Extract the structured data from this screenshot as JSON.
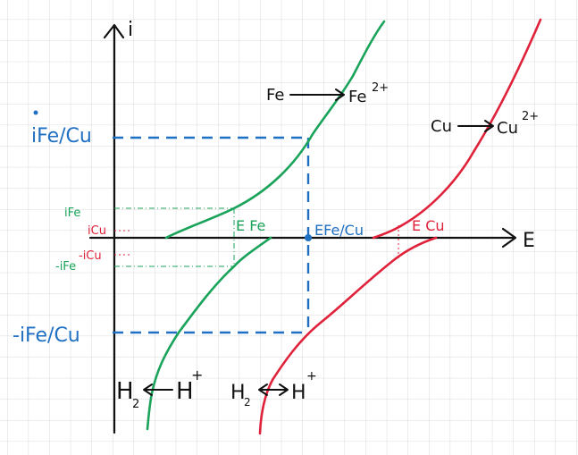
{
  "axes": {
    "y_label": "i",
    "x_label": "E"
  },
  "labels": {
    "i_fe_cu": "iFe/Cu",
    "minus_i_fe_cu": "-iFe/Cu",
    "i_fe": "iFe",
    "i_cu": "iCu",
    "minus_i_cu": "-iCu",
    "minus_i_fe": "-iFe",
    "e_fe": "E Fe",
    "e_fe_cu": "EFe/Cu",
    "e_cu": "E Cu",
    "fe_left": "Fe",
    "fe_right": "Fe",
    "fe_charge": "2+",
    "cu_left": "Cu",
    "cu_right": "Cu",
    "cu_charge": "2+",
    "h2_left_1": "H",
    "h2_sub_1": "2",
    "hplus_left_1": "H",
    "h2_left_2": "H",
    "h2_sub_2": "2",
    "hplus_left_2": "H",
    "plus_1": "+",
    "plus_2": "+"
  },
  "colors": {
    "green": "#1aa35a",
    "red": "#e0213a",
    "blue": "#1f6fc2",
    "black": "#111111",
    "grid": "#d9d9d9"
  }
}
